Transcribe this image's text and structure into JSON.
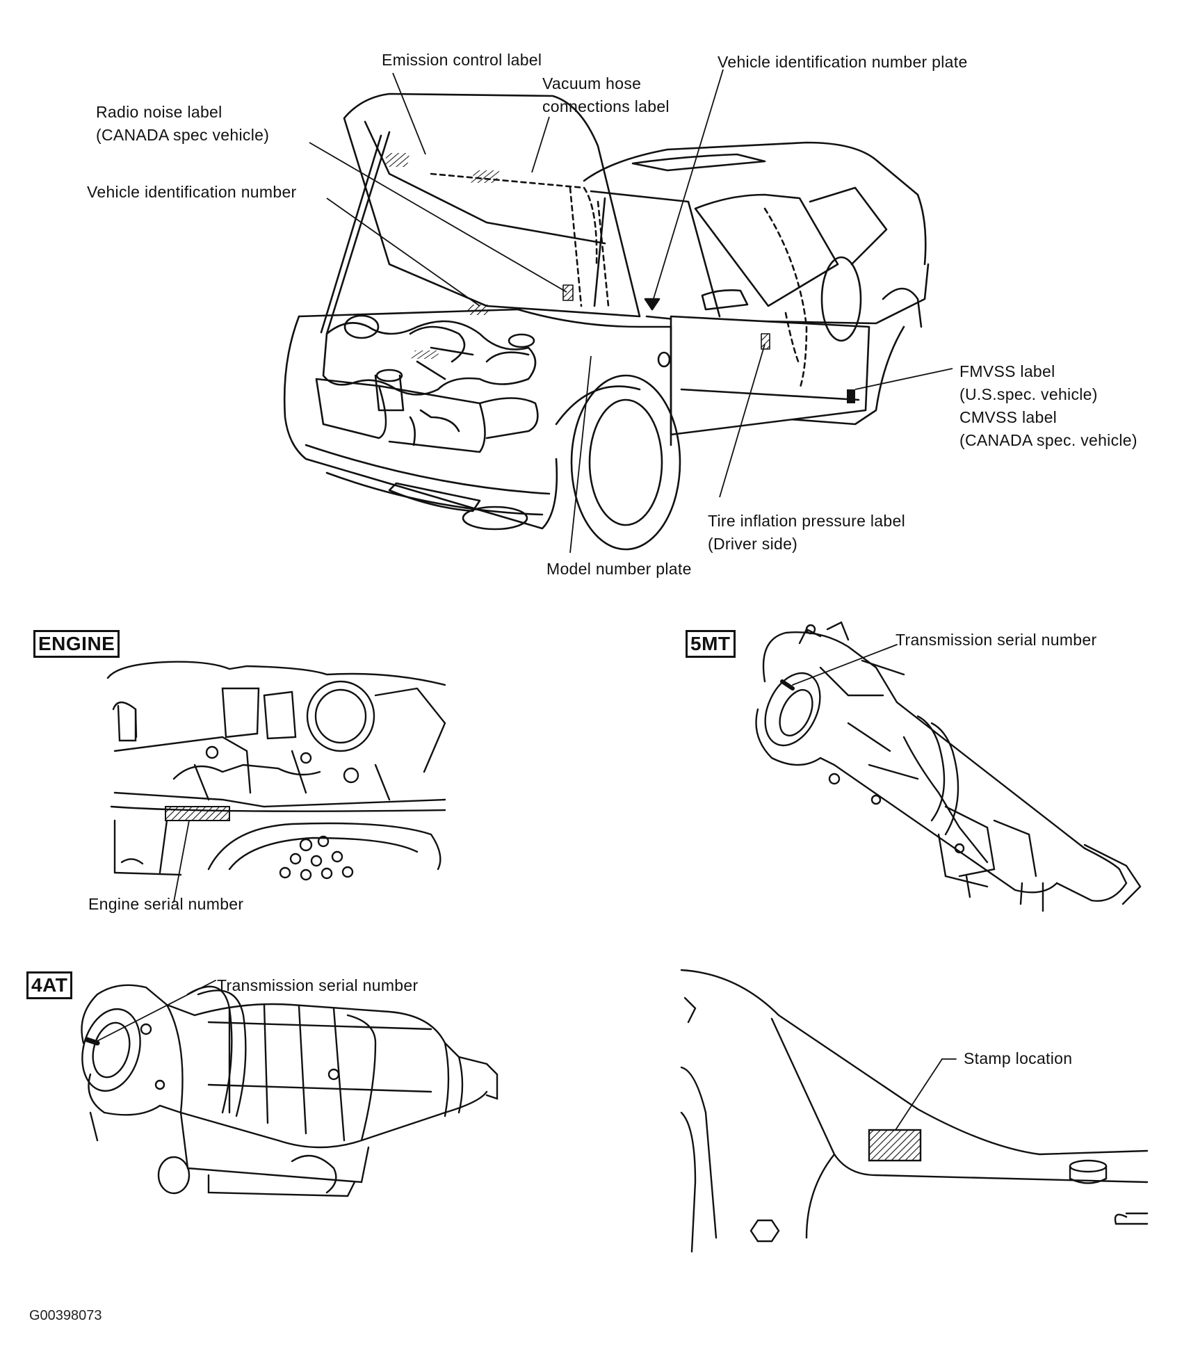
{
  "labels": {
    "emission_control": "Emission control label",
    "vacuum_hose": [
      "Vacuum hose",
      "connections label"
    ],
    "vin_plate": "Vehicle identification number plate",
    "radio_noise": [
      "Radio noise label",
      "(CANADA spec  vehicle)"
    ],
    "vin": "Vehicle identification number",
    "fmvss": [
      "FMVSS label",
      "(U.S.spec. vehicle)",
      "CMVSS label",
      "(CANADA spec. vehicle)"
    ],
    "tire_inflation": [
      "Tire inflation pressure label",
      "(Driver side)"
    ],
    "model_number": "Model number plate",
    "engine_tag": "ENGINE",
    "engine_serial": "Engine serial number",
    "mt_tag": "5MT",
    "mt_serial": "Transmission serial number",
    "at_tag": "4AT",
    "at_serial": "Transmission serial number",
    "stamp_location": "Stamp location"
  },
  "figure_code": "G00398073"
}
